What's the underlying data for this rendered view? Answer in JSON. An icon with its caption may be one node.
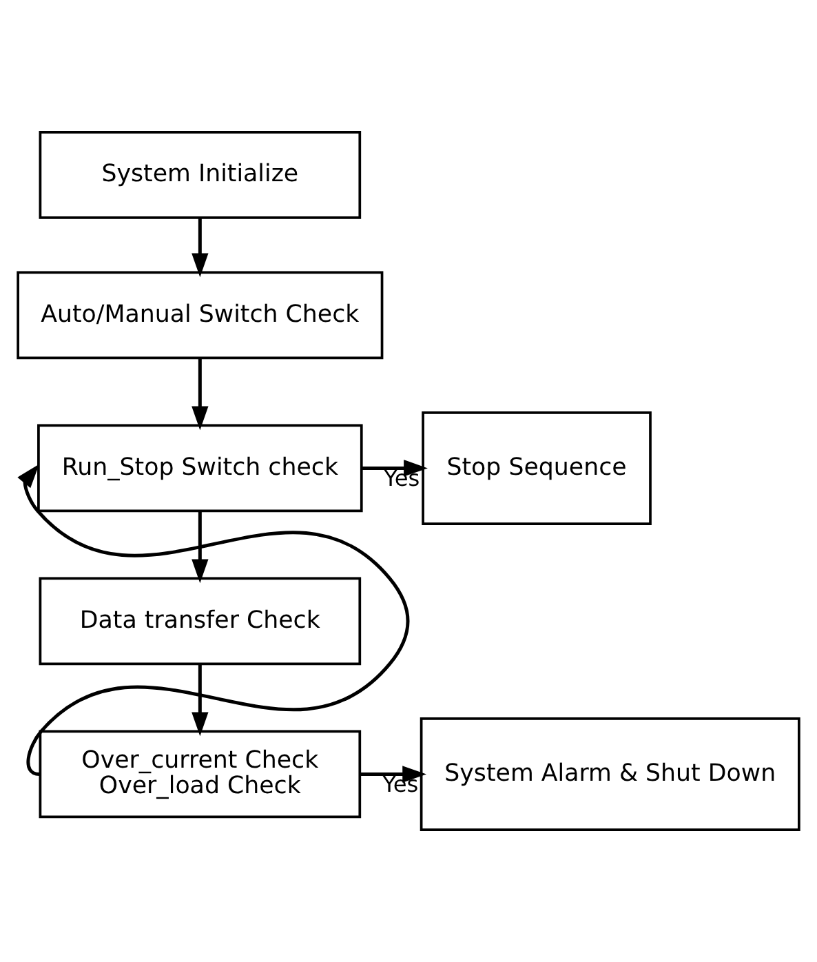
{
  "diagram": {
    "nodes": [
      {
        "text": [
          "System Initialize"
        ]
      },
      {
        "text": [
          "Auto/Manual Switch Check"
        ]
      },
      {
        "text": [
          "Run_Stop Switch check"
        ]
      },
      {
        "text": [
          "Stop Sequence"
        ]
      },
      {
        "text": [
          "Data transfer Check"
        ]
      },
      {
        "text": [
          "Over_current Check",
          "Over_load Check"
        ]
      },
      {
        "text": [
          "System Alarm & Shut Down"
        ]
      }
    ],
    "edges": [
      {
        "from": 0,
        "to": 1,
        "arrow": "to"
      },
      {
        "from": 1,
        "to": 2,
        "arrow": "to"
      },
      {
        "from": 2,
        "to": 3,
        "arrow": "to",
        "label": "Yes"
      },
      {
        "from": 2,
        "to": 4,
        "arrow": "to"
      },
      {
        "from": 4,
        "to": 5,
        "arrow": "to"
      },
      {
        "from": 5,
        "to": 6,
        "arrow": "to",
        "label": "Yes"
      },
      {
        "from": 5,
        "to": 2,
        "arrow": "to"
      }
    ]
  }
}
